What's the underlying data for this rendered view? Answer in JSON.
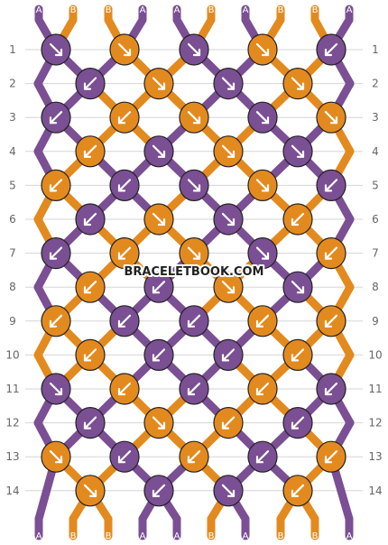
{
  "colors": {
    "A": "#7b4f93",
    "B": "#e38a1f",
    "knot_outline": "#222222",
    "arrow": "#ffffff",
    "row_line": "#d5d5d5",
    "row_number": "#666666"
  },
  "watermark": "BRACELETBOOK.COM",
  "strings_top": [
    "A",
    "B",
    "B",
    "A",
    "A",
    "B",
    "A",
    "B",
    "B",
    "A"
  ],
  "strings_bottom": [
    "A",
    "B",
    "B",
    "A",
    "A",
    "B",
    "A",
    "B",
    "B",
    "A"
  ],
  "row_numbers": [
    "1",
    "2",
    "3",
    "4",
    "5",
    "6",
    "7",
    "8",
    "9",
    "10",
    "11",
    "12",
    "13",
    "14"
  ],
  "rows": [
    {
      "knots": [
        {
          "color": "A",
          "dir": "se"
        },
        {
          "color": "B",
          "dir": "se"
        },
        {
          "color": "A",
          "dir": "se"
        },
        {
          "color": "B",
          "dir": "se"
        },
        {
          "color": "A",
          "dir": "sw"
        }
      ]
    },
    {
      "knots": [
        {
          "color": "A",
          "dir": "sw"
        },
        {
          "color": "B",
          "dir": "se"
        },
        {
          "color": "A",
          "dir": "se"
        },
        {
          "color": "B",
          "dir": "se"
        }
      ]
    },
    {
      "knots": [
        {
          "color": "A",
          "dir": "sw"
        },
        {
          "color": "B",
          "dir": "sw"
        },
        {
          "color": "B",
          "dir": "se"
        },
        {
          "color": "A",
          "dir": "se"
        },
        {
          "color": "B",
          "dir": "se"
        }
      ]
    },
    {
      "knots": [
        {
          "color": "B",
          "dir": "sw"
        },
        {
          "color": "A",
          "dir": "se"
        },
        {
          "color": "B",
          "dir": "se"
        },
        {
          "color": "A",
          "dir": "se"
        }
      ]
    },
    {
      "knots": [
        {
          "color": "B",
          "dir": "sw"
        },
        {
          "color": "A",
          "dir": "sw"
        },
        {
          "color": "A",
          "dir": "se"
        },
        {
          "color": "B",
          "dir": "se"
        },
        {
          "color": "A",
          "dir": "sw"
        }
      ]
    },
    {
      "knots": [
        {
          "color": "A",
          "dir": "sw"
        },
        {
          "color": "B",
          "dir": "se"
        },
        {
          "color": "A",
          "dir": "se"
        },
        {
          "color": "B",
          "dir": "sw"
        }
      ]
    },
    {
      "knots": [
        {
          "color": "A",
          "dir": "sw"
        },
        {
          "color": "B",
          "dir": "sw"
        },
        {
          "color": "B",
          "dir": "se"
        },
        {
          "color": "A",
          "dir": "se"
        },
        {
          "color": "B",
          "dir": "sw"
        }
      ]
    },
    {
      "knots": [
        {
          "color": "B",
          "dir": "sw"
        },
        {
          "color": "A",
          "dir": "sw"
        },
        {
          "color": "B",
          "dir": "se"
        },
        {
          "color": "A",
          "dir": "se"
        }
      ]
    },
    {
      "knots": [
        {
          "color": "B",
          "dir": "sw"
        },
        {
          "color": "A",
          "dir": "sw"
        },
        {
          "color": "A",
          "dir": "sw"
        },
        {
          "color": "B",
          "dir": "sw"
        },
        {
          "color": "B",
          "dir": "sw"
        }
      ]
    },
    {
      "knots": [
        {
          "color": "B",
          "dir": "sw"
        },
        {
          "color": "A",
          "dir": "sw"
        },
        {
          "color": "A",
          "dir": "sw"
        },
        {
          "color": "B",
          "dir": "sw"
        }
      ]
    },
    {
      "knots": [
        {
          "color": "A",
          "dir": "se"
        },
        {
          "color": "B",
          "dir": "sw"
        },
        {
          "color": "A",
          "dir": "sw"
        },
        {
          "color": "B",
          "dir": "sw"
        },
        {
          "color": "A",
          "dir": "sw"
        }
      ]
    },
    {
      "knots": [
        {
          "color": "A",
          "dir": "sw"
        },
        {
          "color": "B",
          "dir": "se"
        },
        {
          "color": "B",
          "dir": "sw"
        },
        {
          "color": "A",
          "dir": "sw"
        }
      ]
    },
    {
      "knots": [
        {
          "color": "B",
          "dir": "se"
        },
        {
          "color": "A",
          "dir": "sw"
        },
        {
          "color": "B",
          "dir": "sw"
        },
        {
          "color": "A",
          "dir": "sw"
        },
        {
          "color": "B",
          "dir": "sw"
        }
      ]
    },
    {
      "knots": [
        {
          "color": "B",
          "dir": "se"
        },
        {
          "color": "A",
          "dir": "sw"
        },
        {
          "color": "A",
          "dir": "se"
        },
        {
          "color": "B",
          "dir": "sw"
        }
      ]
    }
  ]
}
